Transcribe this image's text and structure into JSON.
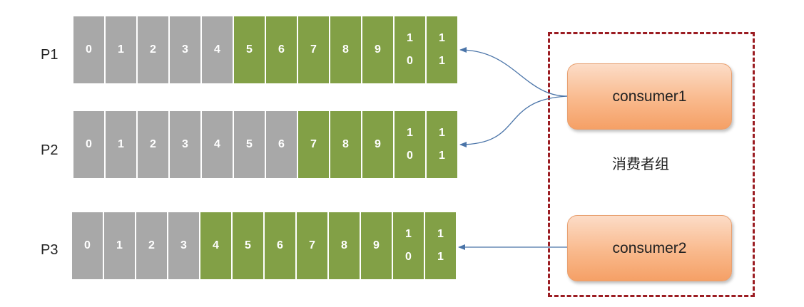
{
  "partitions": [
    {
      "label": "P1",
      "cells": [
        {
          "lines": [
            "0"
          ],
          "state": "consumed"
        },
        {
          "lines": [
            "1"
          ],
          "state": "consumed"
        },
        {
          "lines": [
            "2"
          ],
          "state": "consumed"
        },
        {
          "lines": [
            "3"
          ],
          "state": "consumed"
        },
        {
          "lines": [
            "4"
          ],
          "state": "consumed"
        },
        {
          "lines": [
            "5"
          ],
          "state": "pending"
        },
        {
          "lines": [
            "6"
          ],
          "state": "pending"
        },
        {
          "lines": [
            "7"
          ],
          "state": "pending"
        },
        {
          "lines": [
            "8"
          ],
          "state": "pending"
        },
        {
          "lines": [
            "9"
          ],
          "state": "pending"
        },
        {
          "lines": [
            "1",
            "0"
          ],
          "state": "pending"
        },
        {
          "lines": [
            "1",
            "1"
          ],
          "state": "pending"
        }
      ]
    },
    {
      "label": "P2",
      "cells": [
        {
          "lines": [
            "0"
          ],
          "state": "consumed"
        },
        {
          "lines": [
            "1"
          ],
          "state": "consumed"
        },
        {
          "lines": [
            "2"
          ],
          "state": "consumed"
        },
        {
          "lines": [
            "3"
          ],
          "state": "consumed"
        },
        {
          "lines": [
            "4"
          ],
          "state": "consumed"
        },
        {
          "lines": [
            "5"
          ],
          "state": "consumed"
        },
        {
          "lines": [
            "6"
          ],
          "state": "consumed"
        },
        {
          "lines": [
            "7"
          ],
          "state": "pending"
        },
        {
          "lines": [
            "8"
          ],
          "state": "pending"
        },
        {
          "lines": [
            "9"
          ],
          "state": "pending"
        },
        {
          "lines": [
            "1",
            "0"
          ],
          "state": "pending"
        },
        {
          "lines": [
            "1",
            "1"
          ],
          "state": "pending"
        }
      ]
    },
    {
      "label": "P3",
      "cells": [
        {
          "lines": [
            "0"
          ],
          "state": "consumed"
        },
        {
          "lines": [
            "1"
          ],
          "state": "consumed"
        },
        {
          "lines": [
            "2"
          ],
          "state": "consumed"
        },
        {
          "lines": [
            "3"
          ],
          "state": "consumed"
        },
        {
          "lines": [
            "4"
          ],
          "state": "pending"
        },
        {
          "lines": [
            "5"
          ],
          "state": "pending"
        },
        {
          "lines": [
            "6"
          ],
          "state": "pending"
        },
        {
          "lines": [
            "7"
          ],
          "state": "pending"
        },
        {
          "lines": [
            "8"
          ],
          "state": "pending"
        },
        {
          "lines": [
            "9"
          ],
          "state": "pending"
        },
        {
          "lines": [
            "1",
            "0"
          ],
          "state": "pending"
        },
        {
          "lines": [
            "1",
            "1"
          ],
          "state": "pending"
        }
      ]
    }
  ],
  "consumer_group": {
    "label": "消费者组",
    "consumers": [
      {
        "name": "consumer1"
      },
      {
        "name": "consumer2"
      }
    ]
  },
  "colors": {
    "consumed": "#a8a8a8",
    "pending": "#82a046",
    "group_border": "#9b1c22",
    "arrow": "#4a74a8"
  }
}
